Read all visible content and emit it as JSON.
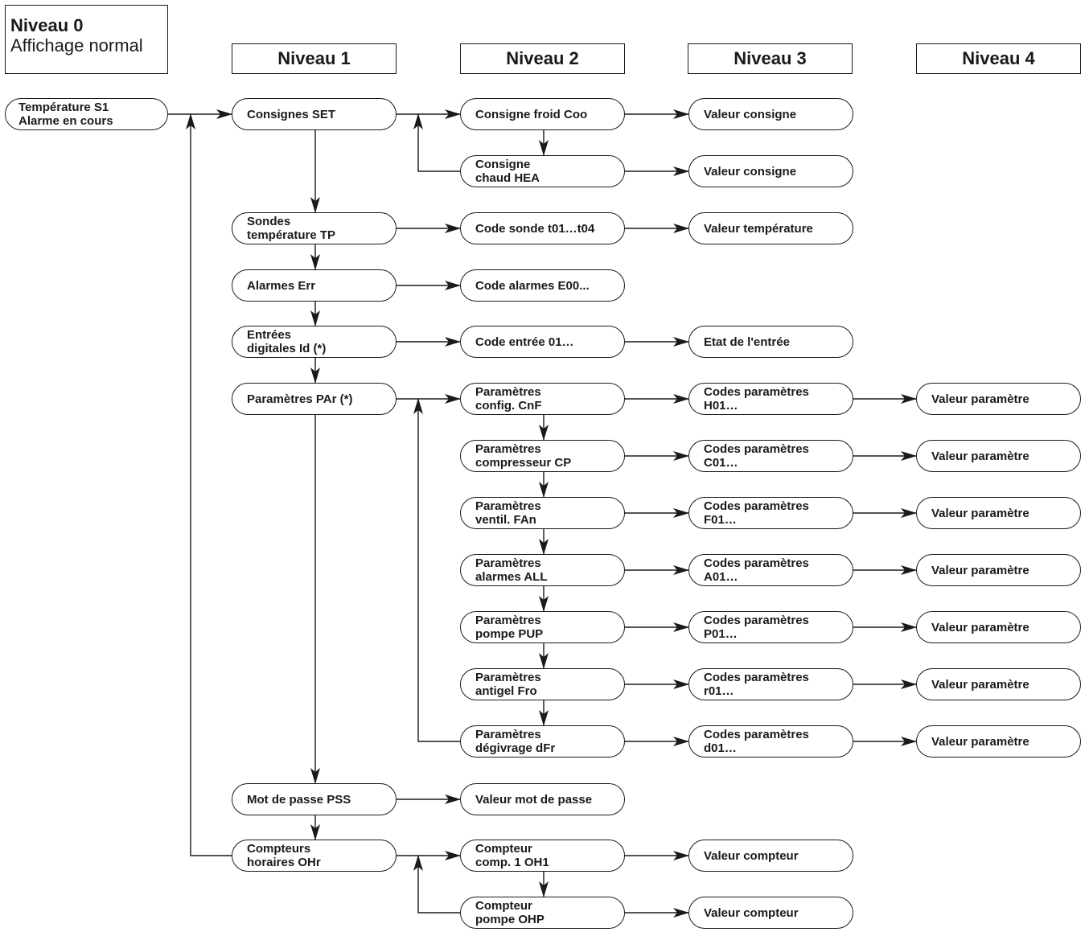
{
  "level0": {
    "title": "Niveau 0",
    "subtitle": "Affichage normal"
  },
  "headers": [
    "Niveau 1",
    "Niveau 2",
    "Niveau 3",
    "Niveau 4"
  ],
  "root": {
    "label": "Température S1\nAlarme en cours"
  },
  "level1": [
    {
      "label": "Consignes SET"
    },
    {
      "label": "Sondes\ntempérature TP"
    },
    {
      "label": "Alarmes Err"
    },
    {
      "label": "Entrées\ndigitales Id (*)"
    },
    {
      "label": "Paramètres PAr (*)"
    },
    {
      "label": "Mot de passe PSS"
    },
    {
      "label": "Compteurs\nhoraires OHr"
    }
  ],
  "level2": [
    {
      "label": "Consigne froid Coo"
    },
    {
      "label": "Consigne\nchaud HEA"
    },
    {
      "label": "Code sonde t01…t04"
    },
    {
      "label": "Code alarmes E00..."
    },
    {
      "label": "Code entrée 01…"
    },
    {
      "label": "Paramètres\nconfig. CnF"
    },
    {
      "label": "Paramètres\ncompresseur CP"
    },
    {
      "label": "Paramètres\nventil. FAn"
    },
    {
      "label": "Paramètres\nalarmes ALL"
    },
    {
      "label": "Paramètres\npompe PUP"
    },
    {
      "label": "Paramètres\nantigel Fro"
    },
    {
      "label": "Paramètres\ndégivrage dFr"
    },
    {
      "label": "Valeur mot de passe"
    },
    {
      "label": "Compteur\ncomp. 1 OH1"
    },
    {
      "label": "Compteur\npompe OHP"
    }
  ],
  "level3": [
    {
      "label": "Valeur consigne"
    },
    {
      "label": "Valeur consigne"
    },
    {
      "label": "Valeur température"
    },
    {
      "label": "Etat de l'entrée"
    },
    {
      "label": "Codes paramètres\nH01…"
    },
    {
      "label": "Codes paramètres\nC01…"
    },
    {
      "label": "Codes paramètres\nF01…"
    },
    {
      "label": "Codes paramètres\nA01…"
    },
    {
      "label": "Codes paramètres\nP01…"
    },
    {
      "label": "Codes paramètres\nr01…"
    },
    {
      "label": "Codes paramètres\nd01…"
    },
    {
      "label": "Valeur compteur"
    },
    {
      "label": "Valeur compteur"
    }
  ],
  "level4": [
    {
      "label": "Valeur paramètre"
    },
    {
      "label": "Valeur paramètre"
    },
    {
      "label": "Valeur paramètre"
    },
    {
      "label": "Valeur paramètre"
    },
    {
      "label": "Valeur paramètre"
    },
    {
      "label": "Valeur paramètre"
    },
    {
      "label": "Valeur paramètre"
    }
  ]
}
